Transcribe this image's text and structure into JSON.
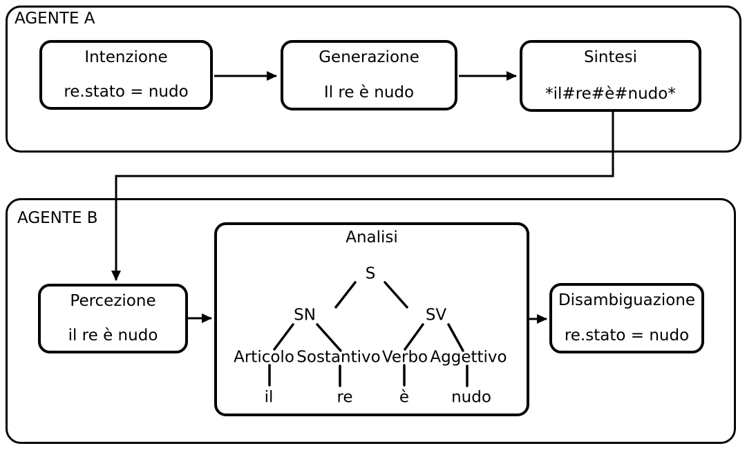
{
  "agent_a": {
    "label": "AGENTE A",
    "stages": [
      {
        "title": "Intenzione",
        "value": "re.stato = nudo"
      },
      {
        "title": "Generazione",
        "value": "Il re è nudo"
      },
      {
        "title": "Sintesi",
        "value": "*il#re#è#nudo*"
      }
    ]
  },
  "agent_b": {
    "label": "AGENTE B",
    "perception": {
      "title": "Percezione",
      "value": "il re è nudo"
    },
    "disambiguation": {
      "title": "Disambiguazione",
      "value": "re.stato = nudo"
    },
    "analysis": {
      "title": "Analisi",
      "tree": {
        "root": "S",
        "phrases": {
          "sn": "SN",
          "sv": "SV"
        },
        "pos": {
          "articolo": "Articolo",
          "sostantivo": "Sostantivo",
          "verbo": "Verbo",
          "aggettivo": "Aggettivo"
        },
        "terminals": {
          "il": "il",
          "re": "re",
          "e": "è",
          "nudo": "nudo"
        }
      }
    }
  },
  "colors": {
    "line": "#000000",
    "background": "#ffffff"
  }
}
